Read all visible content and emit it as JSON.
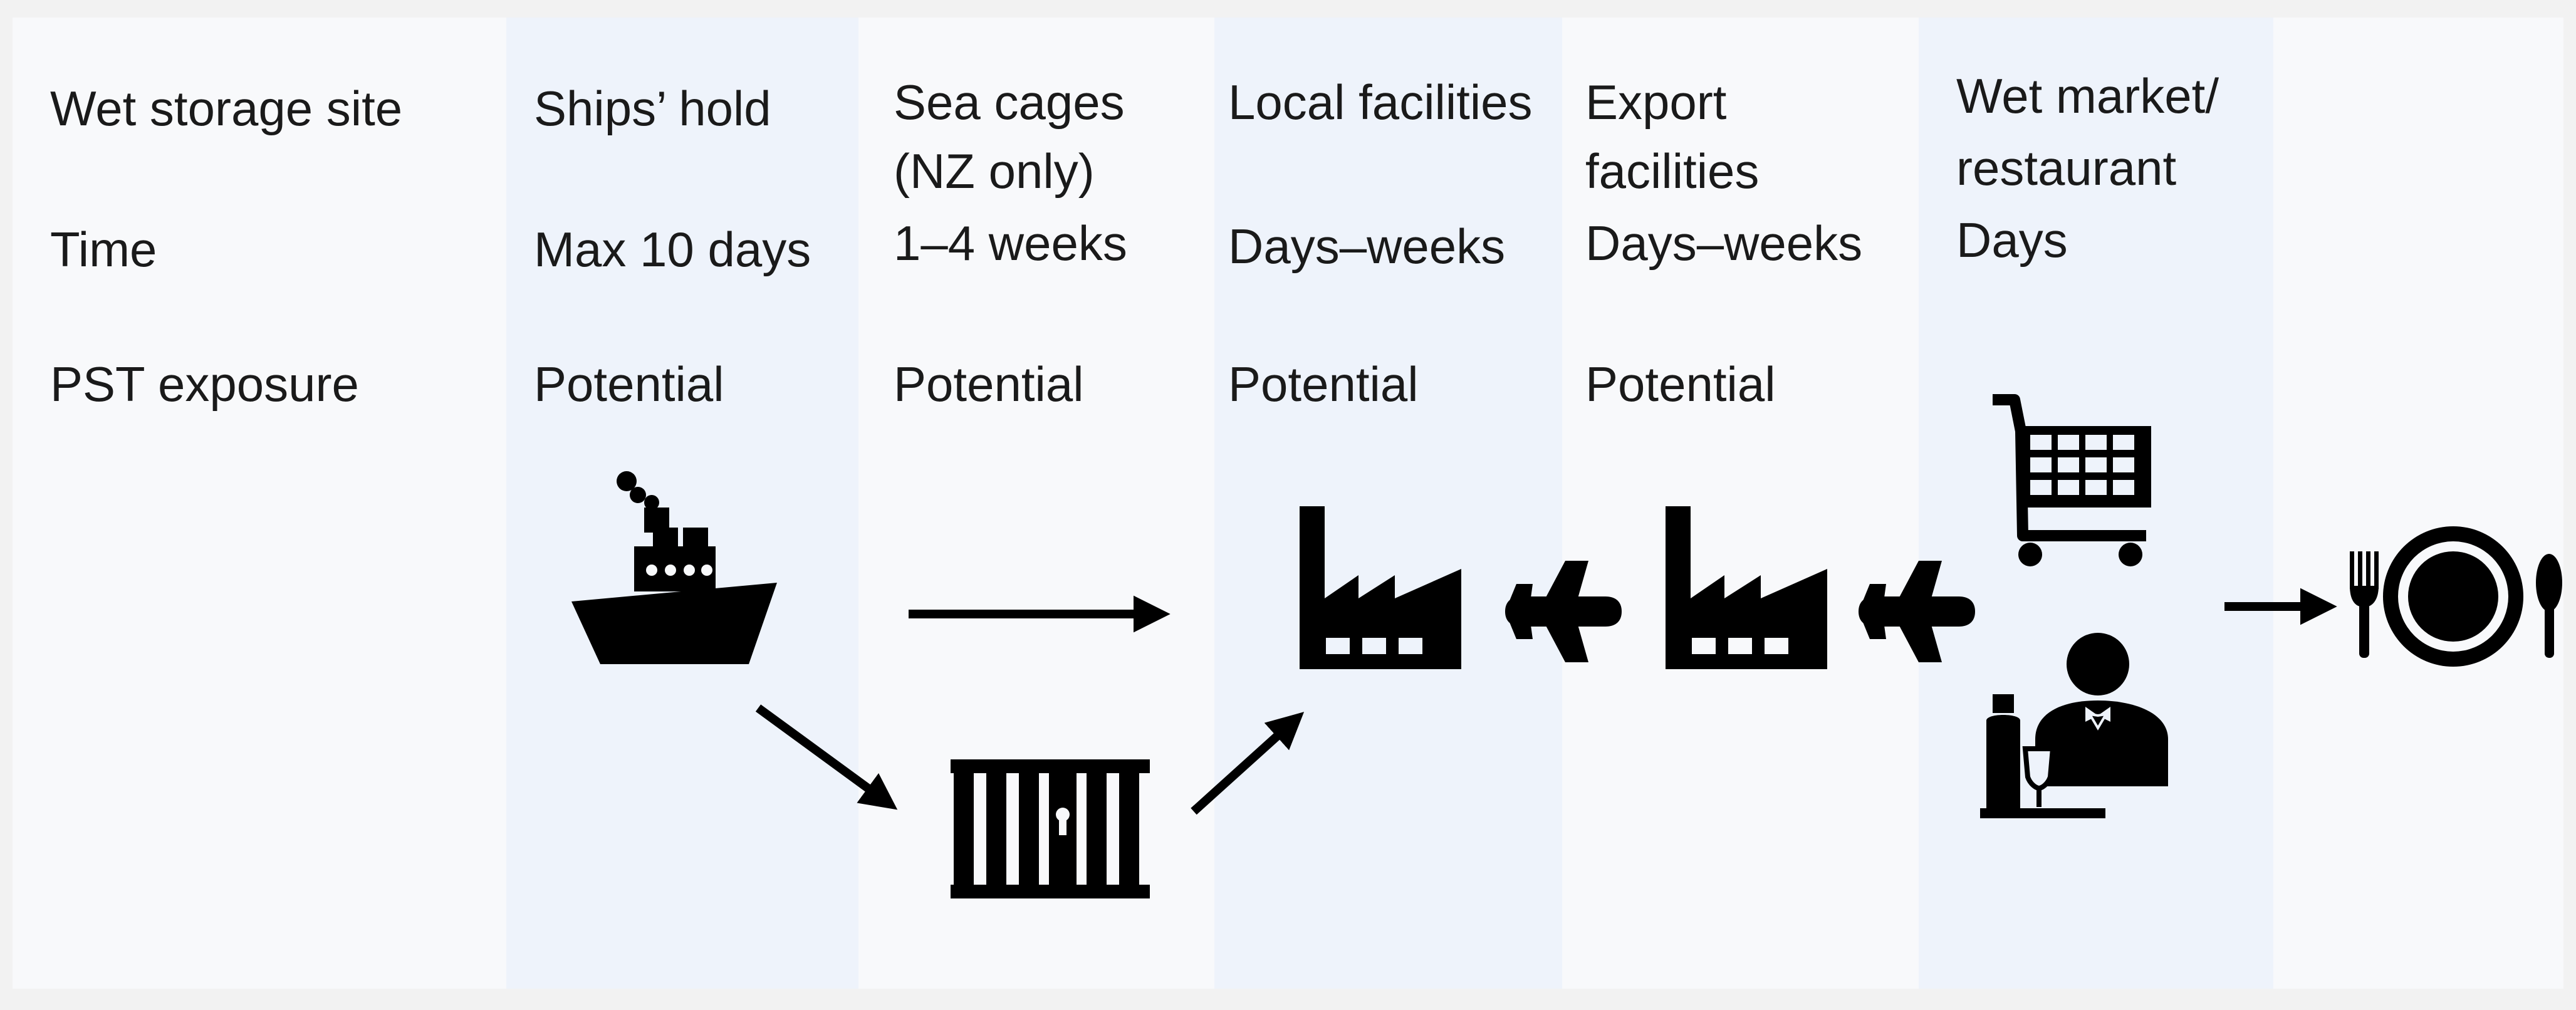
{
  "row_labels": {
    "site": "Wet storage site",
    "time": "Time",
    "exposure": "PST exposure"
  },
  "columns": [
    {
      "site": "Ships’ hold",
      "time": "Max 10 days",
      "exposure": "Potential",
      "icon": "ship-icon"
    },
    {
      "site_line1": "Sea cages",
      "site_line2": "(NZ only)",
      "time": "1–4 weeks",
      "exposure": "Potential",
      "icon": "cage-icon"
    },
    {
      "site": "Local facilities",
      "time": "Days–weeks",
      "exposure": "Potential",
      "icon": "factory-icon"
    },
    {
      "site_line1": "Export",
      "site_line2": "facilities",
      "time": "Days–weeks",
      "exposure": "Potential",
      "icon": "factory-icon"
    },
    {
      "site_line1": "Wet market/",
      "site_line2": "restaurant",
      "time": "Days",
      "icons": [
        "shopping-cart-icon",
        "waiter-icon"
      ]
    }
  ],
  "end_icon": "place-setting-icon",
  "colors": {
    "shaded_column": "#eef3fb",
    "plain_column": "#f8f9fb",
    "outer_background": "#f2f2f2",
    "ink": "#000000"
  }
}
